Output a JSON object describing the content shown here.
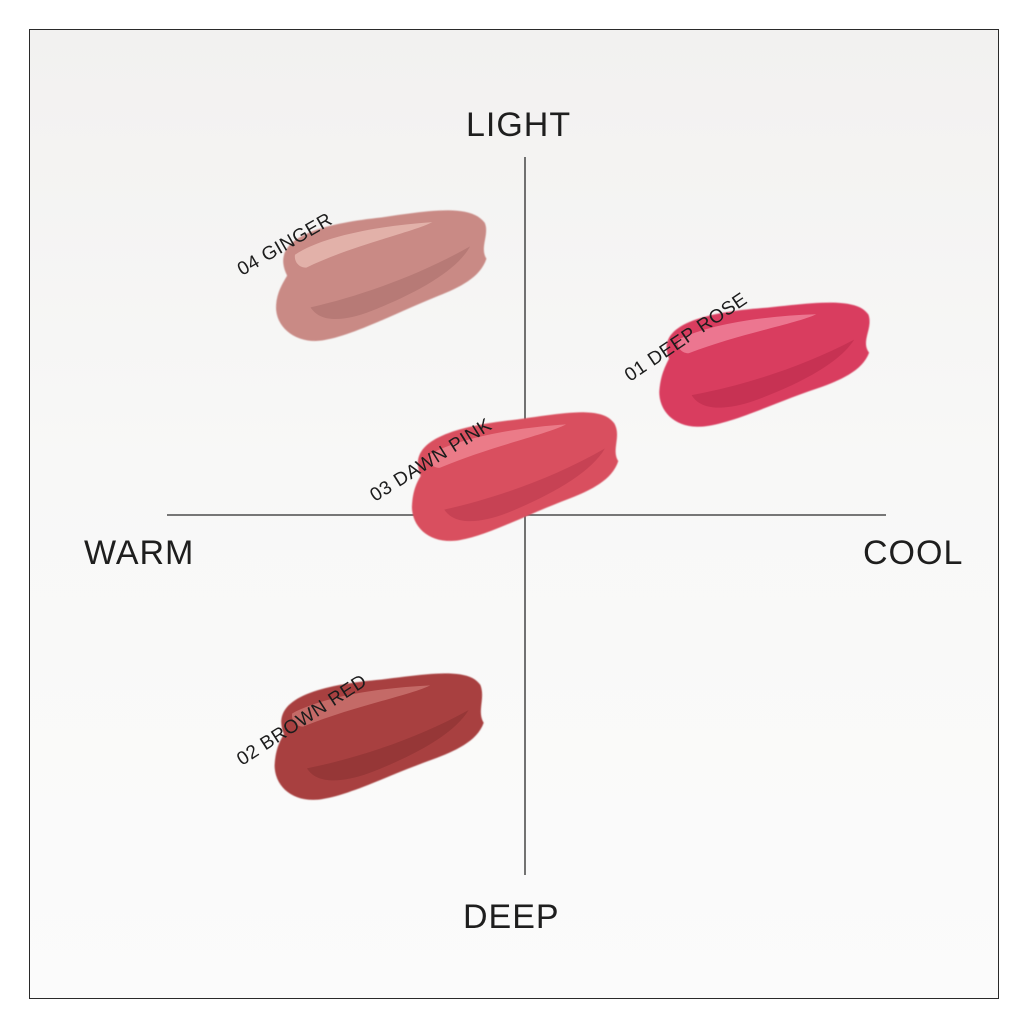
{
  "axes": {
    "top": "LIGHT",
    "bottom": "DEEP",
    "left": "WARM",
    "right": "COOL"
  },
  "shades": [
    {
      "label": "04 GINGER",
      "color": "#c98a85",
      "highlight": "#e9bdb6",
      "shadow": "#a76d69"
    },
    {
      "label": "01 DEEP ROSE",
      "color": "#d93d5e",
      "highlight": "#f28aa0",
      "shadow": "#b82a48"
    },
    {
      "label": "03 DAWN PINK",
      "color": "#d9505f",
      "highlight": "#f08a95",
      "shadow": "#b8394a"
    },
    {
      "label": "02 BROWN RED",
      "color": "#a8403f",
      "highlight": "#d07c78",
      "shadow": "#86302f"
    }
  ]
}
